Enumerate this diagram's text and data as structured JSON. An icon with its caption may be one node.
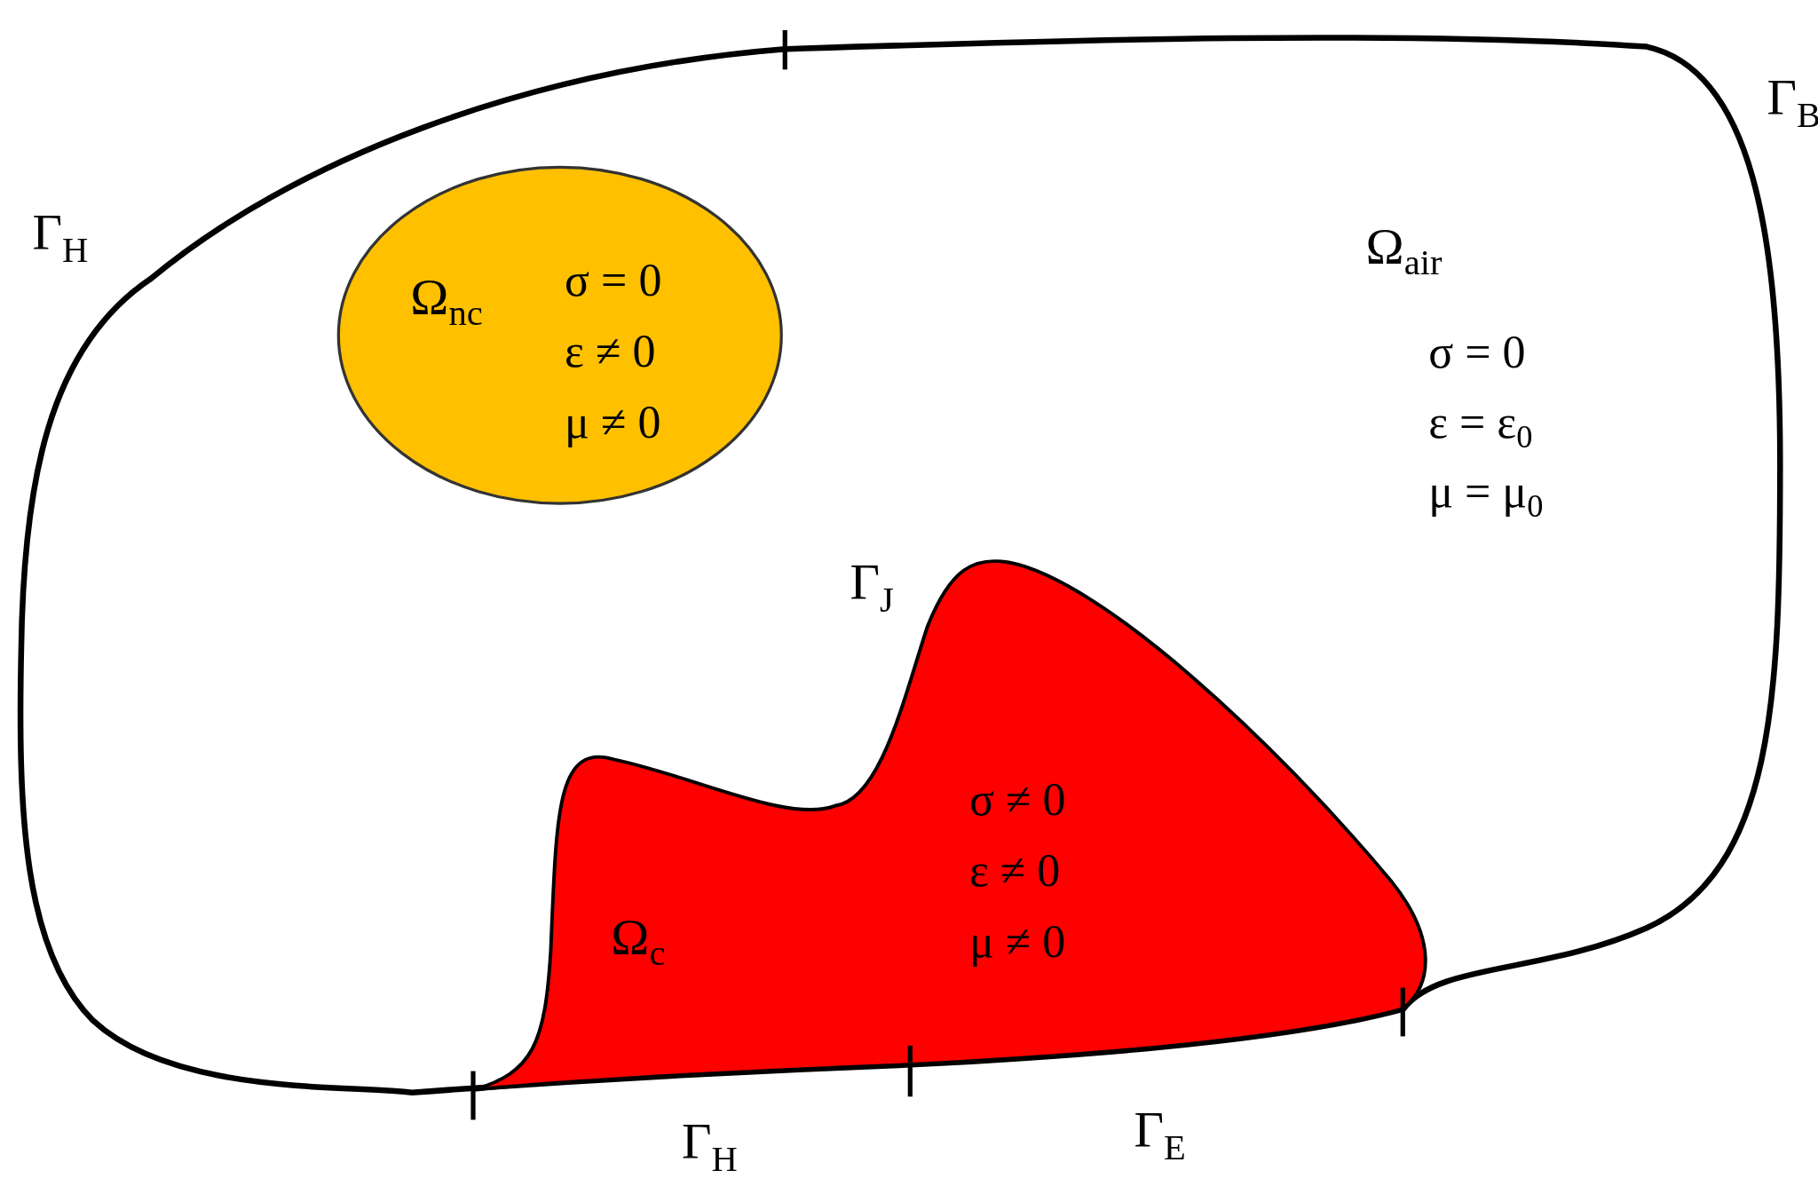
{
  "diagram": {
    "nodes": [
      {
        "text": [
          "Ω$_{air}$",
          "σ = 0",
          "ε = ε$_{0}$",
          "μ = μ$_{0}$"
        ]
      },
      {
        "text": [
          "Ω$_{nc}$",
          "σ = 0",
          "ε ≠ 0",
          "μ ≠ 0"
        ],
        "in": 0
      },
      {
        "text": [
          "Ω$_{c}$",
          "σ ≠ 0",
          "ε ≠ 0",
          "μ ≠ 0"
        ],
        "in": 0
      }
    ],
    "labels": [
      "Γ$_{B}$",
      "Γ$_{H}$",
      "Γ$_{J}$",
      "Γ$_{H}$",
      "Γ$_{E}$"
    ]
  }
}
